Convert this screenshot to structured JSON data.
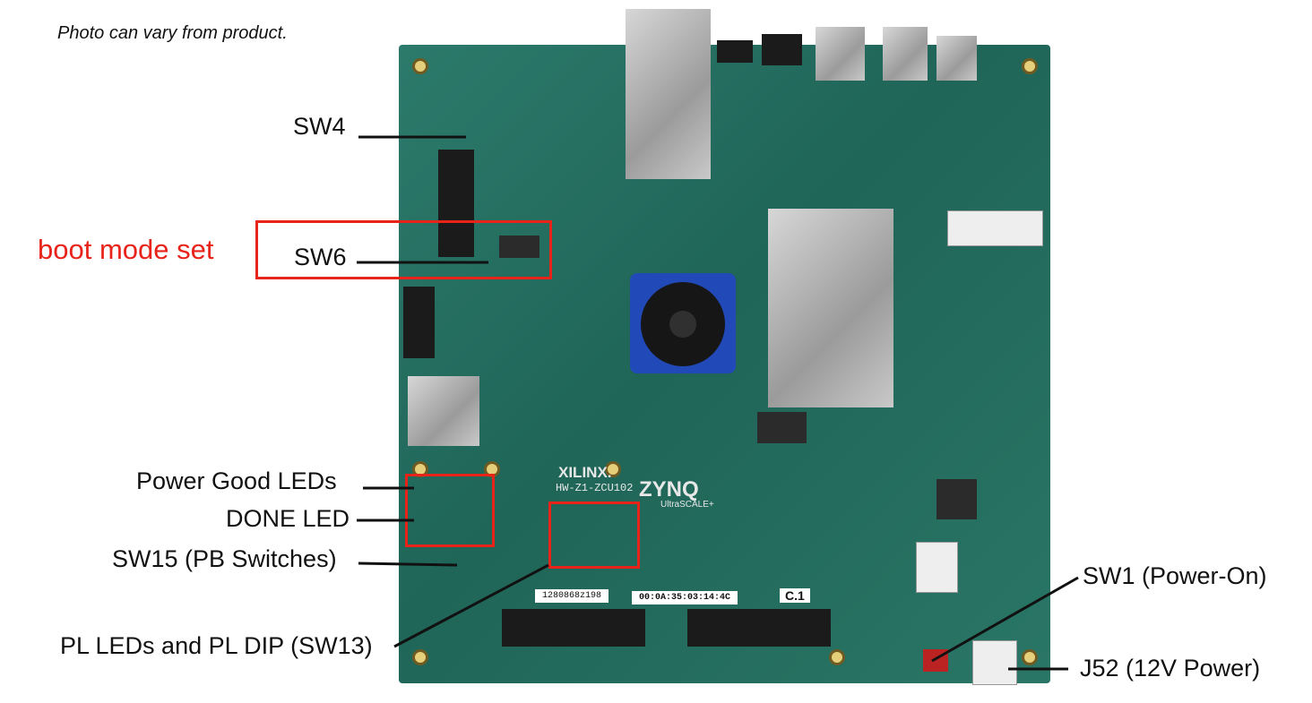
{
  "disclaimer": "Photo can vary from product.",
  "callouts": {
    "sw4": "SW4",
    "boot_mode": "boot mode set",
    "sw6": "SW6",
    "power_good": "Power Good LEDs",
    "done_led": "DONE LED",
    "sw15": "SW15 (PB Switches)",
    "pl_leds": "PL LEDs and PL DIP (SW13)",
    "sw1": "SW1 (Power-On)",
    "j52": "J52 (12V Power)"
  },
  "board_text": {
    "xilinx": "XILINX.",
    "zynq": "ZYNQ",
    "ultrascale": "UltraSCALE+",
    "model": "HW-Z1-ZCU102",
    "mac": "00:0A:35:03:14:4C",
    "serial": "1280868z198",
    "rev": "C.1"
  },
  "colors": {
    "board": "#1f6558",
    "highlight": "#e8231a",
    "text": "#111111"
  }
}
